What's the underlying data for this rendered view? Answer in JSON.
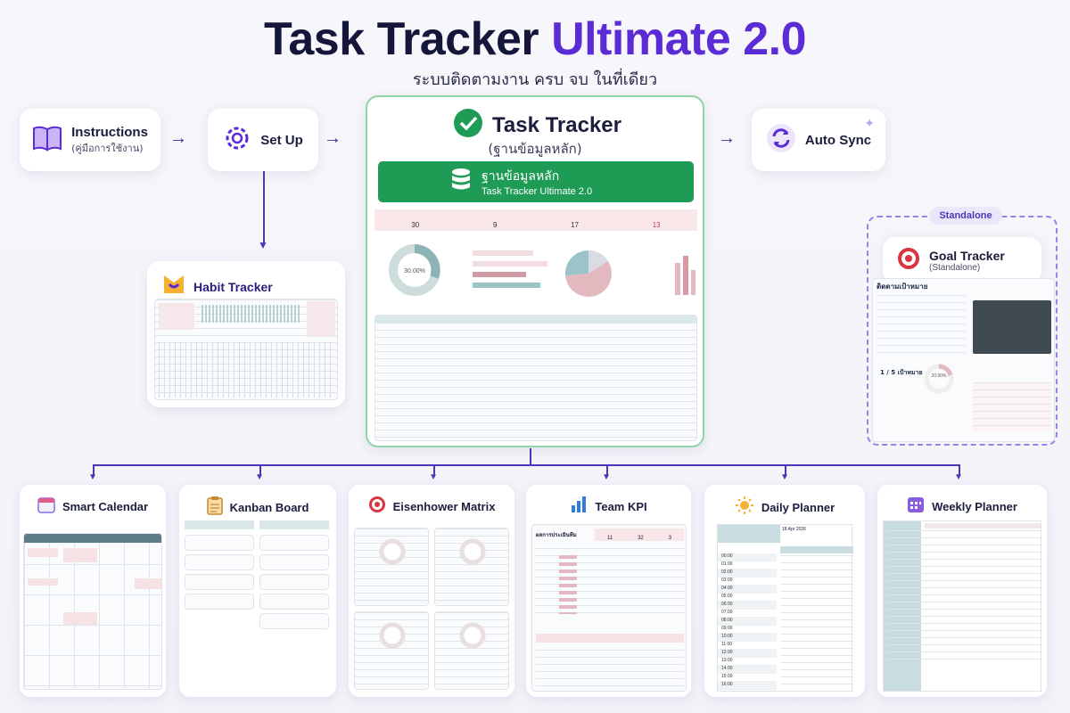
{
  "header": {
    "title_main": "Task Tracker",
    "title_accent": "Ultimate 2.0",
    "subtitle": "ระบบติดตามงาน ครบ จบ ในที่เดียว"
  },
  "flow": {
    "instructions": {
      "label": "Instructions",
      "sub": "(คู่มือการใช้งาน)",
      "icon": "book-icon"
    },
    "setup": {
      "label": "Set Up",
      "icon": "gear-icon"
    },
    "auto_sync": {
      "label": "Auto Sync",
      "icon": "sync-icon"
    }
  },
  "task_tracker": {
    "title": "Task Tracker",
    "sub": "(ฐานข้อมูลหลัก)",
    "banner_title": "ฐานข้อมูลหลัก",
    "banner_sub": "Task Tracker Ultimate 2.0",
    "stats": [
      "30",
      "9",
      "17",
      "13"
    ],
    "donut_label": "30.00%",
    "colors": {
      "green": "#1e9b54",
      "pink": "#f8e6e9",
      "bar_red": "#cf9aa2",
      "bar_teal": "#9cc3c8"
    }
  },
  "habit_tracker": {
    "label": "Habit Tracker",
    "icon": "habit-logo-icon"
  },
  "goal_tracker": {
    "badge": "Standalone",
    "label": "Goal Tracker",
    "sub": "(Standalone)",
    "sheet_title": "ติดตามเป้าหมาย",
    "progress": "1 / 5 เป้าหมาย",
    "percent": "20.00%",
    "icon": "target-icon"
  },
  "bottom": [
    {
      "label": "Smart Calendar",
      "icon": "calendar-icon"
    },
    {
      "label": "Kanban Board",
      "icon": "clipboard-icon"
    },
    {
      "label": "Eisenhower Matrix",
      "icon": "target-icon"
    },
    {
      "label": "Team KPI",
      "icon": "bar-chart-icon"
    },
    {
      "label": "Daily Planner",
      "icon": "sun-icon"
    },
    {
      "label": "Weekly Planner",
      "icon": "calendar-grid-icon"
    }
  ],
  "daily_planner": {
    "date": "18 Apr 2026",
    "times": [
      "00:00",
      "01:00",
      "02:00",
      "03:00",
      "04:00",
      "05:00",
      "06:00",
      "07:00",
      "08:00",
      "09:00",
      "10:00",
      "11:00",
      "12:00",
      "13:00",
      "14:00",
      "15:00",
      "16:00"
    ]
  },
  "team_kpi": {
    "title": "ผลการประเมินทีม",
    "stats": [
      "11",
      "32",
      "3"
    ]
  }
}
